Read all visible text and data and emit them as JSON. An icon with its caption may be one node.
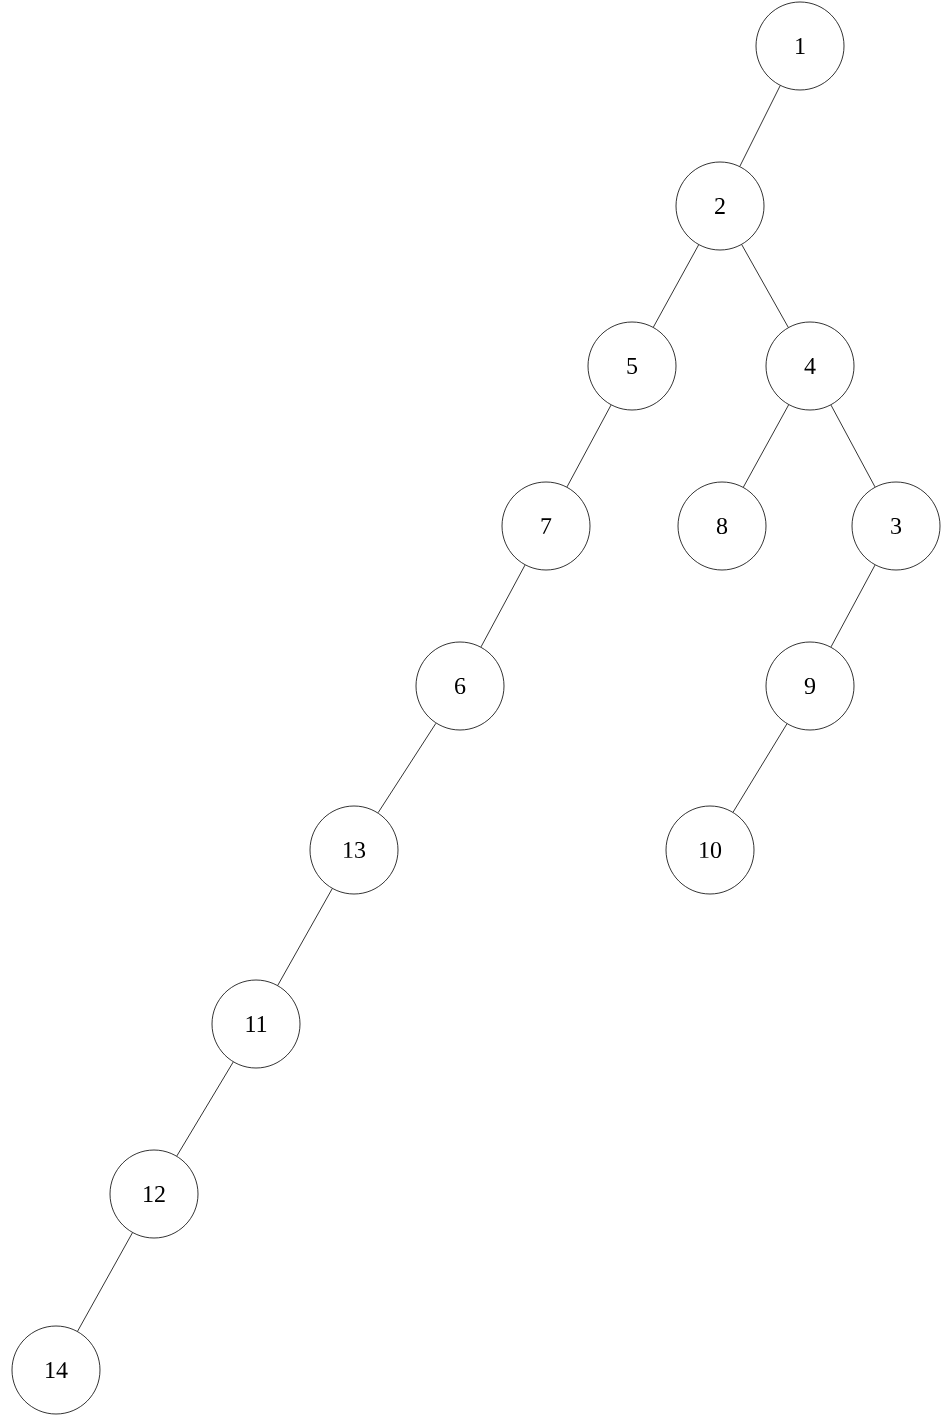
{
  "diagram": {
    "nodes": [
      {
        "text": [
          "1"
        ]
      },
      {
        "text": [
          "2"
        ]
      },
      {
        "text": [
          "5"
        ]
      },
      {
        "text": [
          "4"
        ]
      },
      {
        "text": [
          "7"
        ]
      },
      {
        "text": [
          "8"
        ]
      },
      {
        "text": [
          "3"
        ]
      },
      {
        "text": [
          "6"
        ]
      },
      {
        "text": [
          "9"
        ]
      },
      {
        "text": [
          "13"
        ]
      },
      {
        "text": [
          "10"
        ]
      },
      {
        "text": [
          "11"
        ]
      },
      {
        "text": [
          "12"
        ]
      },
      {
        "text": [
          "14"
        ]
      }
    ],
    "edges": [
      {
        "from": 0,
        "to": 1,
        "arrow": "none"
      },
      {
        "from": 1,
        "to": 2,
        "arrow": "none"
      },
      {
        "from": 1,
        "to": 3,
        "arrow": "none"
      },
      {
        "from": 2,
        "to": 4,
        "arrow": "none"
      },
      {
        "from": 3,
        "to": 5,
        "arrow": "none"
      },
      {
        "from": 3,
        "to": 6,
        "arrow": "none"
      },
      {
        "from": 4,
        "to": 7,
        "arrow": "none"
      },
      {
        "from": 6,
        "to": 8,
        "arrow": "none"
      },
      {
        "from": 7,
        "to": 9,
        "arrow": "none"
      },
      {
        "from": 8,
        "to": 10,
        "arrow": "none"
      },
      {
        "from": 9,
        "to": 11,
        "arrow": "none"
      },
      {
        "from": 11,
        "to": 12,
        "arrow": "none"
      },
      {
        "from": 12,
        "to": 13,
        "arrow": "none"
      }
    ]
  }
}
